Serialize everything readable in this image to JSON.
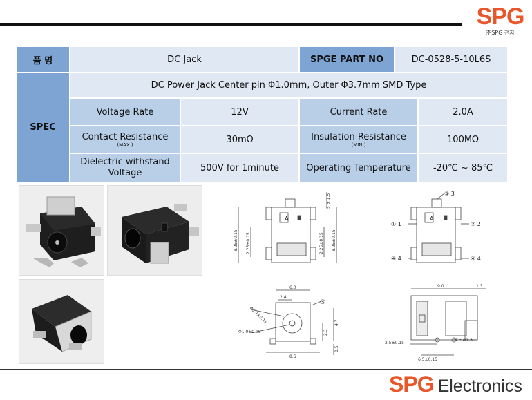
{
  "brand": {
    "logo": "SPG",
    "sub": "㈜SPG 전자",
    "footer_logo": "SPG",
    "footer_word": "Electronics",
    "color": "#e8562a"
  },
  "table": {
    "product_label": "품 명",
    "product_value": "DC Jack",
    "part_label": "SPGE PART NO",
    "part_value": "DC-0528-5-10L6S",
    "spec_label": "SPEC",
    "description": "DC Power Jack Center pin Φ1.0mm, Outer Φ3.7mm SMD Type",
    "rows": [
      {
        "l1": "Voltage Rate",
        "l1s": "",
        "v1": "12V",
        "l2": "Current Rate",
        "l2s": "",
        "v2": "2.0A"
      },
      {
        "l1": "Contact Resistance",
        "l1s": "(MAX.)",
        "v1": "30mΩ",
        "l2": "Insulation Resistance",
        "l2s": "(MIN.)",
        "v2": "100MΩ"
      },
      {
        "l1": "Dielectric withstand Voltage",
        "l1s": "",
        "v1": "500V for 1minute",
        "l2": "Operating Temperature",
        "l2s": "",
        "v2": "-20℃ ~ 85℃"
      }
    ]
  },
  "drawing": {
    "d_5_1_5": "5 ± 1.5",
    "d_8_25": "8.25±0.15",
    "d_2_25": "2.25±0.15",
    "d_6_0": "6.0",
    "d_2_4": "2.4",
    "d_phi37": "Φ3.7±0.15",
    "d_phi10": "Φ1.0±0.05",
    "d_4_7": "4.7",
    "d_2_3": "2.3",
    "d_8_6": "8.6",
    "d_0_5": "0.5",
    "d_9_0": "9.0",
    "d_1_3": "1.3",
    "d_2_5": "2.5±0.15",
    "d_2phi13": "2 * Φ1.3",
    "d_6_5": "6.5±0.15",
    "pin1": "① 1",
    "pin2": "② 2",
    "pin3": "③ 3",
    "pin4": "④ 4",
    "pin5": "⑤",
    "mark": "A"
  }
}
